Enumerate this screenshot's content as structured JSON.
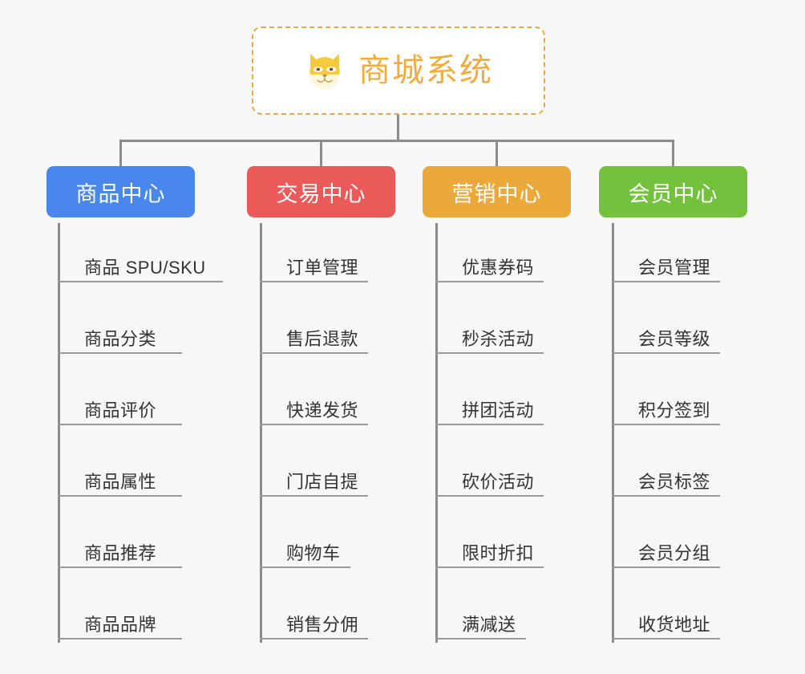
{
  "page": {
    "background": "#f7f7f7",
    "line_color": "#8c8c8c",
    "leaf_text_color": "#333333"
  },
  "root": {
    "title": "商城系统",
    "icon": "dog-face-icon",
    "text_color": "#f0ad3e",
    "border_color": "#e9a93f",
    "background": "#ffffff"
  },
  "branches": [
    {
      "label": "商品中心",
      "color": "#4a87ed",
      "leaves": [
        "商品 SPU/SKU",
        "商品分类",
        "商品评价",
        "商品属性",
        "商品推荐",
        "商品品牌"
      ]
    },
    {
      "label": "交易中心",
      "color": "#ea5a58",
      "leaves": [
        "订单管理",
        "售后退款",
        "快递发货",
        "门店自提",
        "购物车",
        "销售分佣"
      ]
    },
    {
      "label": "营销中心",
      "color": "#eba93c",
      "leaves": [
        "优惠券码",
        "秒杀活动",
        "拼团活动",
        "砍价活动",
        "限时折扣",
        "满减送"
      ]
    },
    {
      "label": "会员中心",
      "color": "#74c13d",
      "leaves": [
        "会员管理",
        "会员等级",
        "积分签到",
        "会员标签",
        "会员分组",
        "收货地址"
      ]
    }
  ]
}
